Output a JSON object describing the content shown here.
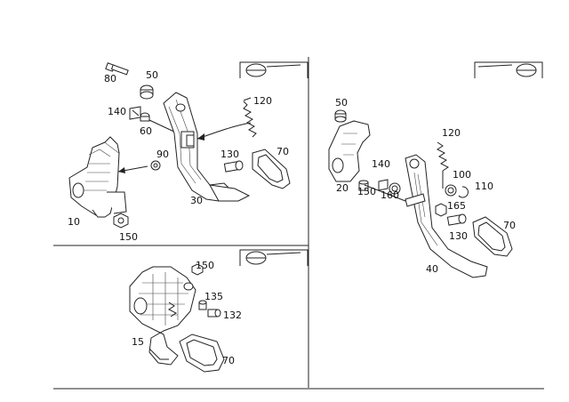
{
  "callouts_top_left": [
    {
      "id": "tl-80",
      "text": "80"
    },
    {
      "id": "tl-50",
      "text": "50"
    },
    {
      "id": "tl-140",
      "text": "140"
    },
    {
      "id": "tl-60",
      "text": "60"
    },
    {
      "id": "tl-120",
      "text": "120"
    },
    {
      "id": "tl-90",
      "text": "90"
    },
    {
      "id": "tl-130",
      "text": "130"
    },
    {
      "id": "tl-70",
      "text": "70"
    },
    {
      "id": "tl-30",
      "text": "30"
    },
    {
      "id": "tl-10",
      "text": "10"
    },
    {
      "id": "tl-150",
      "text": "150"
    }
  ],
  "callouts_bottom_left": [
    {
      "id": "bl-150",
      "text": "150"
    },
    {
      "id": "bl-135",
      "text": "135"
    },
    {
      "id": "bl-132",
      "text": "132"
    },
    {
      "id": "bl-15",
      "text": "15"
    },
    {
      "id": "bl-70",
      "text": "70"
    }
  ],
  "callouts_right": [
    {
      "id": "r-50",
      "text": "50"
    },
    {
      "id": "r-120",
      "text": "120"
    },
    {
      "id": "r-140",
      "text": "140"
    },
    {
      "id": "r-100",
      "text": "100"
    },
    {
      "id": "r-110",
      "text": "110"
    },
    {
      "id": "r-20",
      "text": "20"
    },
    {
      "id": "r-150",
      "text": "150"
    },
    {
      "id": "r-160",
      "text": "160"
    },
    {
      "id": "r-165",
      "text": "165"
    },
    {
      "id": "r-130",
      "text": "130"
    },
    {
      "id": "r-70",
      "text": "70"
    },
    {
      "id": "r-40",
      "text": "40"
    }
  ],
  "steering_wheel_icons": [
    {
      "id": "icon-top-left",
      "name": "steering-wheel-icon"
    },
    {
      "id": "icon-bottom-left",
      "name": "steering-wheel-icon"
    },
    {
      "id": "icon-right",
      "name": "steering-wheel-icon"
    }
  ],
  "colors": {
    "line": "#222222",
    "background": "#ffffff"
  }
}
